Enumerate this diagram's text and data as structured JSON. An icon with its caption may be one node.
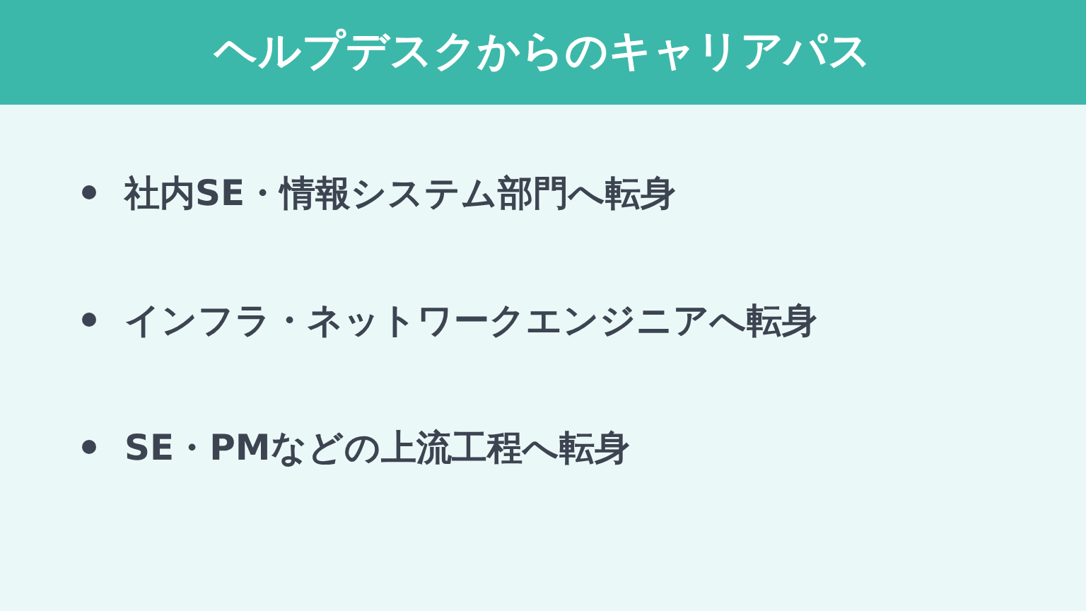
{
  "diagram": {
    "title": "ヘルプデスクからのキャリアパス",
    "labels": [
      "社内SE・情報システム部門へ転身",
      "インフラ・ネットワークエンジニアへ転身",
      "SE・PMなどの上流工程へ転身"
    ]
  }
}
